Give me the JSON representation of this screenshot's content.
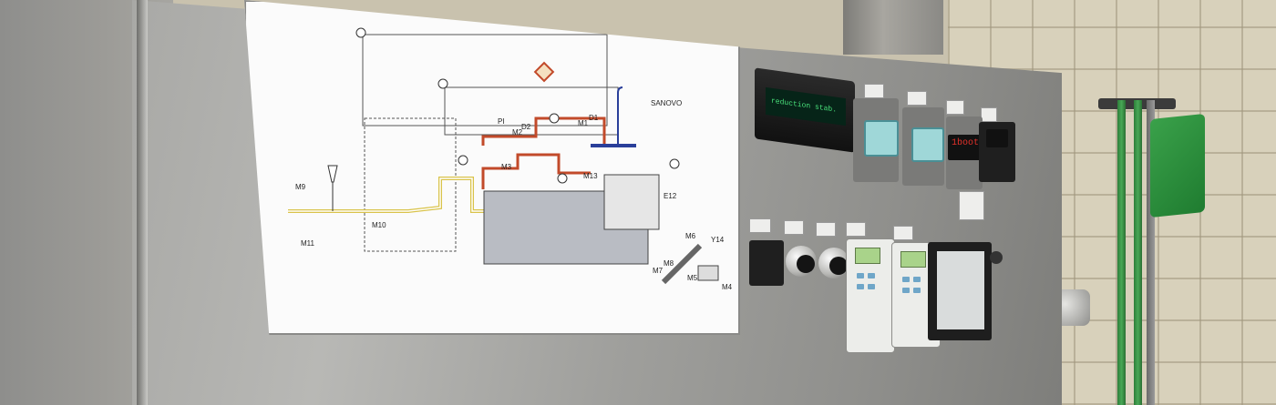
{
  "scene": {
    "description_visible": false
  },
  "diagram": {
    "brand": "SANOVO",
    "labels": [
      "M9",
      "M10",
      "M11",
      "M1",
      "M2",
      "M3",
      "M13",
      "D1",
      "D2",
      "PI",
      "E12",
      "M4",
      "M5",
      "M6",
      "M7",
      "M8",
      "Y14"
    ]
  },
  "panel": {
    "display_text": "reduction stab.",
    "red_display": "1boot",
    "colors": {
      "steel": "#a9a9a6",
      "display_green": "#49e07a",
      "red_led": "#e3312a",
      "broom_green": "#2e7d3a"
    }
  }
}
